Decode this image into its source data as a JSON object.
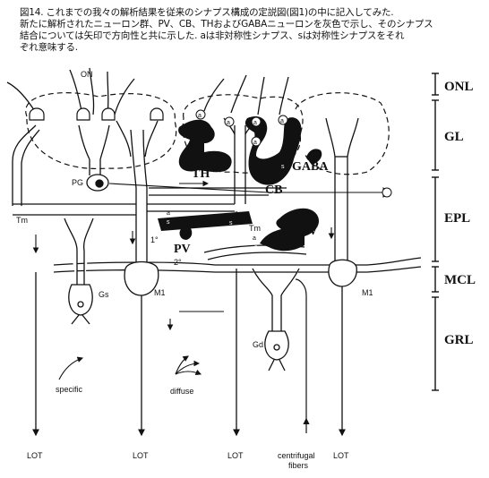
{
  "caption": {
    "lines": [
      "図14. これまでの我々の解析結果を従来のシナプス構成の定説図(図1)の中に記入してみた.",
      "新たに解析されたニューロン群、PV、CB、THおよびGABAニューロンを灰色で示し、そのシナプス",
      "結合については矢印で方向性と共に示した. aは非対称性シナプス、sは対称性シナプスをそれ",
      "ぞれ意味する."
    ]
  },
  "layers": [
    "ONL",
    "GL",
    "EPL",
    "MCL",
    "GRL"
  ],
  "neurons": {
    "th": "TH",
    "gaba": "GABA",
    "cb": "CB",
    "pv_left": "PV",
    "pv_right": "PV"
  },
  "cells": {
    "on": "ON",
    "pg": "PG",
    "tm_left": "Tm",
    "tm_mid": "Tm",
    "gs": "Gs",
    "gd": "Gd",
    "m1_left": "M1",
    "m1_right": "M1",
    "primary": "1°",
    "secondary": "2°"
  },
  "synapse_marks": {
    "a": "a",
    "s": "s"
  },
  "annotations": {
    "specific": "specific",
    "diffuse": "diffuse",
    "centrifugal_line1": "centrifugal",
    "centrifugal_line2": "fibers"
  },
  "outputs": [
    "LOT",
    "LOT",
    "LOT",
    "LOT"
  ]
}
